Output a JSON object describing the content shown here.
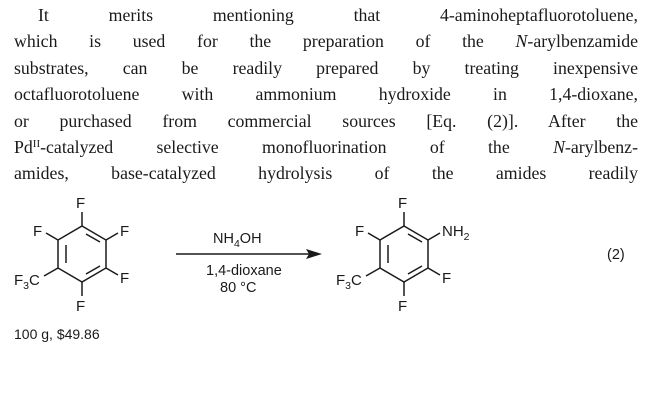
{
  "paragraph": {
    "line1": "It merits mentioning that 4-aminoheptafluorotoluene,",
    "line2": "which is used for the preparation of the ",
    "line2_italic": "N",
    "line2_end": "-arylbenzamide",
    "line3": "substrates, can be readily prepared by treating inexpensive",
    "line4": "octafluorotoluene with ammonium hydroxide in 1,4-dioxane,",
    "line5": "or purchased from commercial sources [Eq. (2)]. After the",
    "line6_start": "Pd",
    "line6_sup": "II",
    "line6_mid": "-catalyzed selective monofluorination of the ",
    "line6_italic": "N",
    "line6_end": "-arylbenz-",
    "line7": "amides, base-catalyzed hydrolysis of the amides readily"
  },
  "scheme": {
    "sm_F_top": "F",
    "sm_F_ul": "F",
    "sm_F_ur": "F",
    "sm_F_lr": "F",
    "sm_F_bot": "F",
    "sm_CF3_main": "F",
    "sm_CF3_sub": "3",
    "sm_CF3_end": "C",
    "reagent_main": "NH",
    "reagent_sub": "4",
    "reagent_end": "OH",
    "solvent": "1,4-dioxane",
    "temperature": "80 °C",
    "pr_F_top": "F",
    "pr_F_ul": "F",
    "pr_NH2_main": "NH",
    "pr_NH2_sub": "2",
    "pr_F_lr": "F",
    "pr_F_bot": "F",
    "pr_CF3_main": "F",
    "pr_CF3_sub": "3",
    "pr_CF3_end": "C",
    "equation_number": "(2)",
    "price_caption": "100 g, $49.86"
  }
}
